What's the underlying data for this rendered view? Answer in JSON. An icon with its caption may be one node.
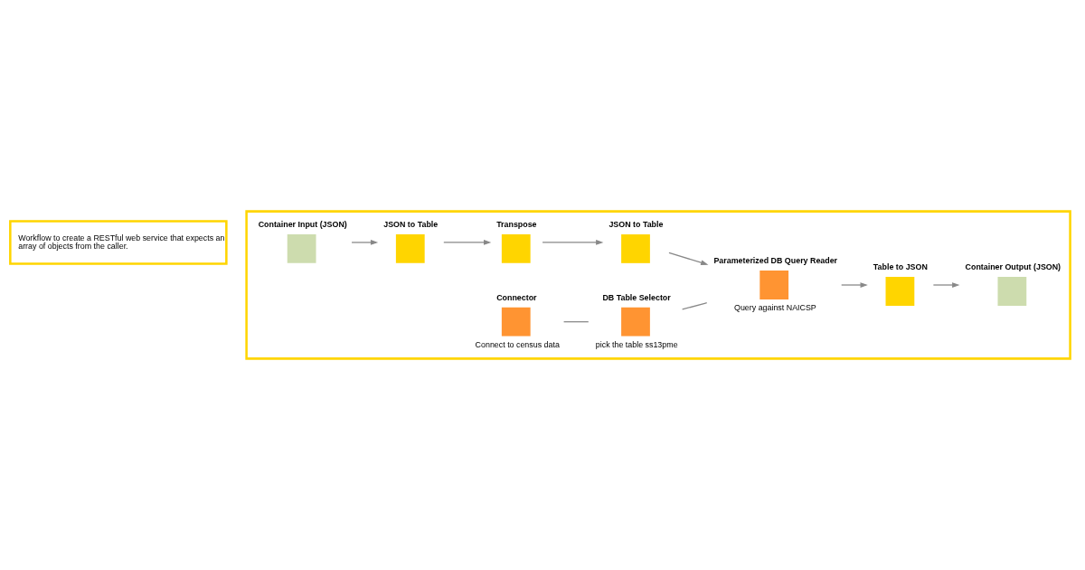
{
  "diagram": {
    "nodes": [
      {
        "text": [
          "Workflow to create a RESTful web service that expects an array of objects from the caller."
        ]
      },
      {
        "text": [],
        "shape": "box"
      },
      {
        "text": [
          "Container Input (JSON)"
        ],
        "in": 1
      },
      {
        "text": [
          "JSON to Table"
        ],
        "in": 1
      },
      {
        "text": [
          "Transpose"
        ],
        "in": 1
      },
      {
        "text": [
          "JSON to Table"
        ],
        "in": 1
      },
      {
        "text": [
          "Connector"
        ],
        "in": 1,
        "beside": [
          "Connect to census data"
        ]
      },
      {
        "text": [
          "DB Table Selector"
        ],
        "in": 1,
        "beside": [
          "pick the table ss13pme"
        ]
      },
      {
        "text": [
          "Parameterized DB Query Reader"
        ],
        "in": 1,
        "beside": [
          "Query against NAICSP"
        ]
      },
      {
        "text": [
          "Table to JSON"
        ],
        "in": 1
      },
      {
        "text": [
          "Container Output (JSON)"
        ],
        "in": 1
      }
    ],
    "edges": [
      {
        "from": 2,
        "to": 3,
        "arrow": "to"
      },
      {
        "from": 3,
        "to": 4,
        "arrow": "to"
      },
      {
        "from": 4,
        "to": 5,
        "arrow": "to"
      },
      {
        "from": 5,
        "to": 8,
        "arrow": "to"
      },
      {
        "from": 6,
        "to": 7,
        "arrow": "none"
      },
      {
        "from": 7,
        "to": 8,
        "arrow": "none"
      },
      {
        "from": 8,
        "to": 9,
        "arrow": "to"
      },
      {
        "from": 9,
        "to": 10,
        "arrow": "to"
      }
    ]
  }
}
